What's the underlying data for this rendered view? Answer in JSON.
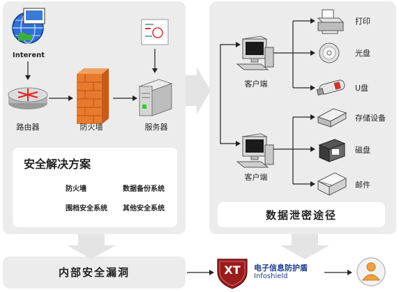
{
  "left_panel": {
    "internet_label": "Interent",
    "router_label": "路由器",
    "firewall_label": "防火墙",
    "server_label": "服务器"
  },
  "solution_box": {
    "title": "安全解决方案",
    "items": [
      "防火墙",
      "数据备份系统",
      "围档安全系统",
      "其他安全系统"
    ]
  },
  "right_panel": {
    "client_top_label": "客户端",
    "client_bottom_label": "客户端",
    "top_targets": [
      "打印",
      "光盘",
      "U盘"
    ],
    "bottom_targets": [
      "存储设备",
      "磁盘",
      "邮件"
    ],
    "leak_title": "数据泄密途径"
  },
  "bottom": {
    "internal_title": "内部安全漏洞",
    "brand_logo_text": "XT",
    "brand_cn": "电子信息防护盾",
    "brand_en": "Infoshield"
  },
  "colors": {
    "panel_bg": "#ececec",
    "brand_red": "#9b1c1c",
    "brand_text_blue": "#1a3a8a"
  }
}
